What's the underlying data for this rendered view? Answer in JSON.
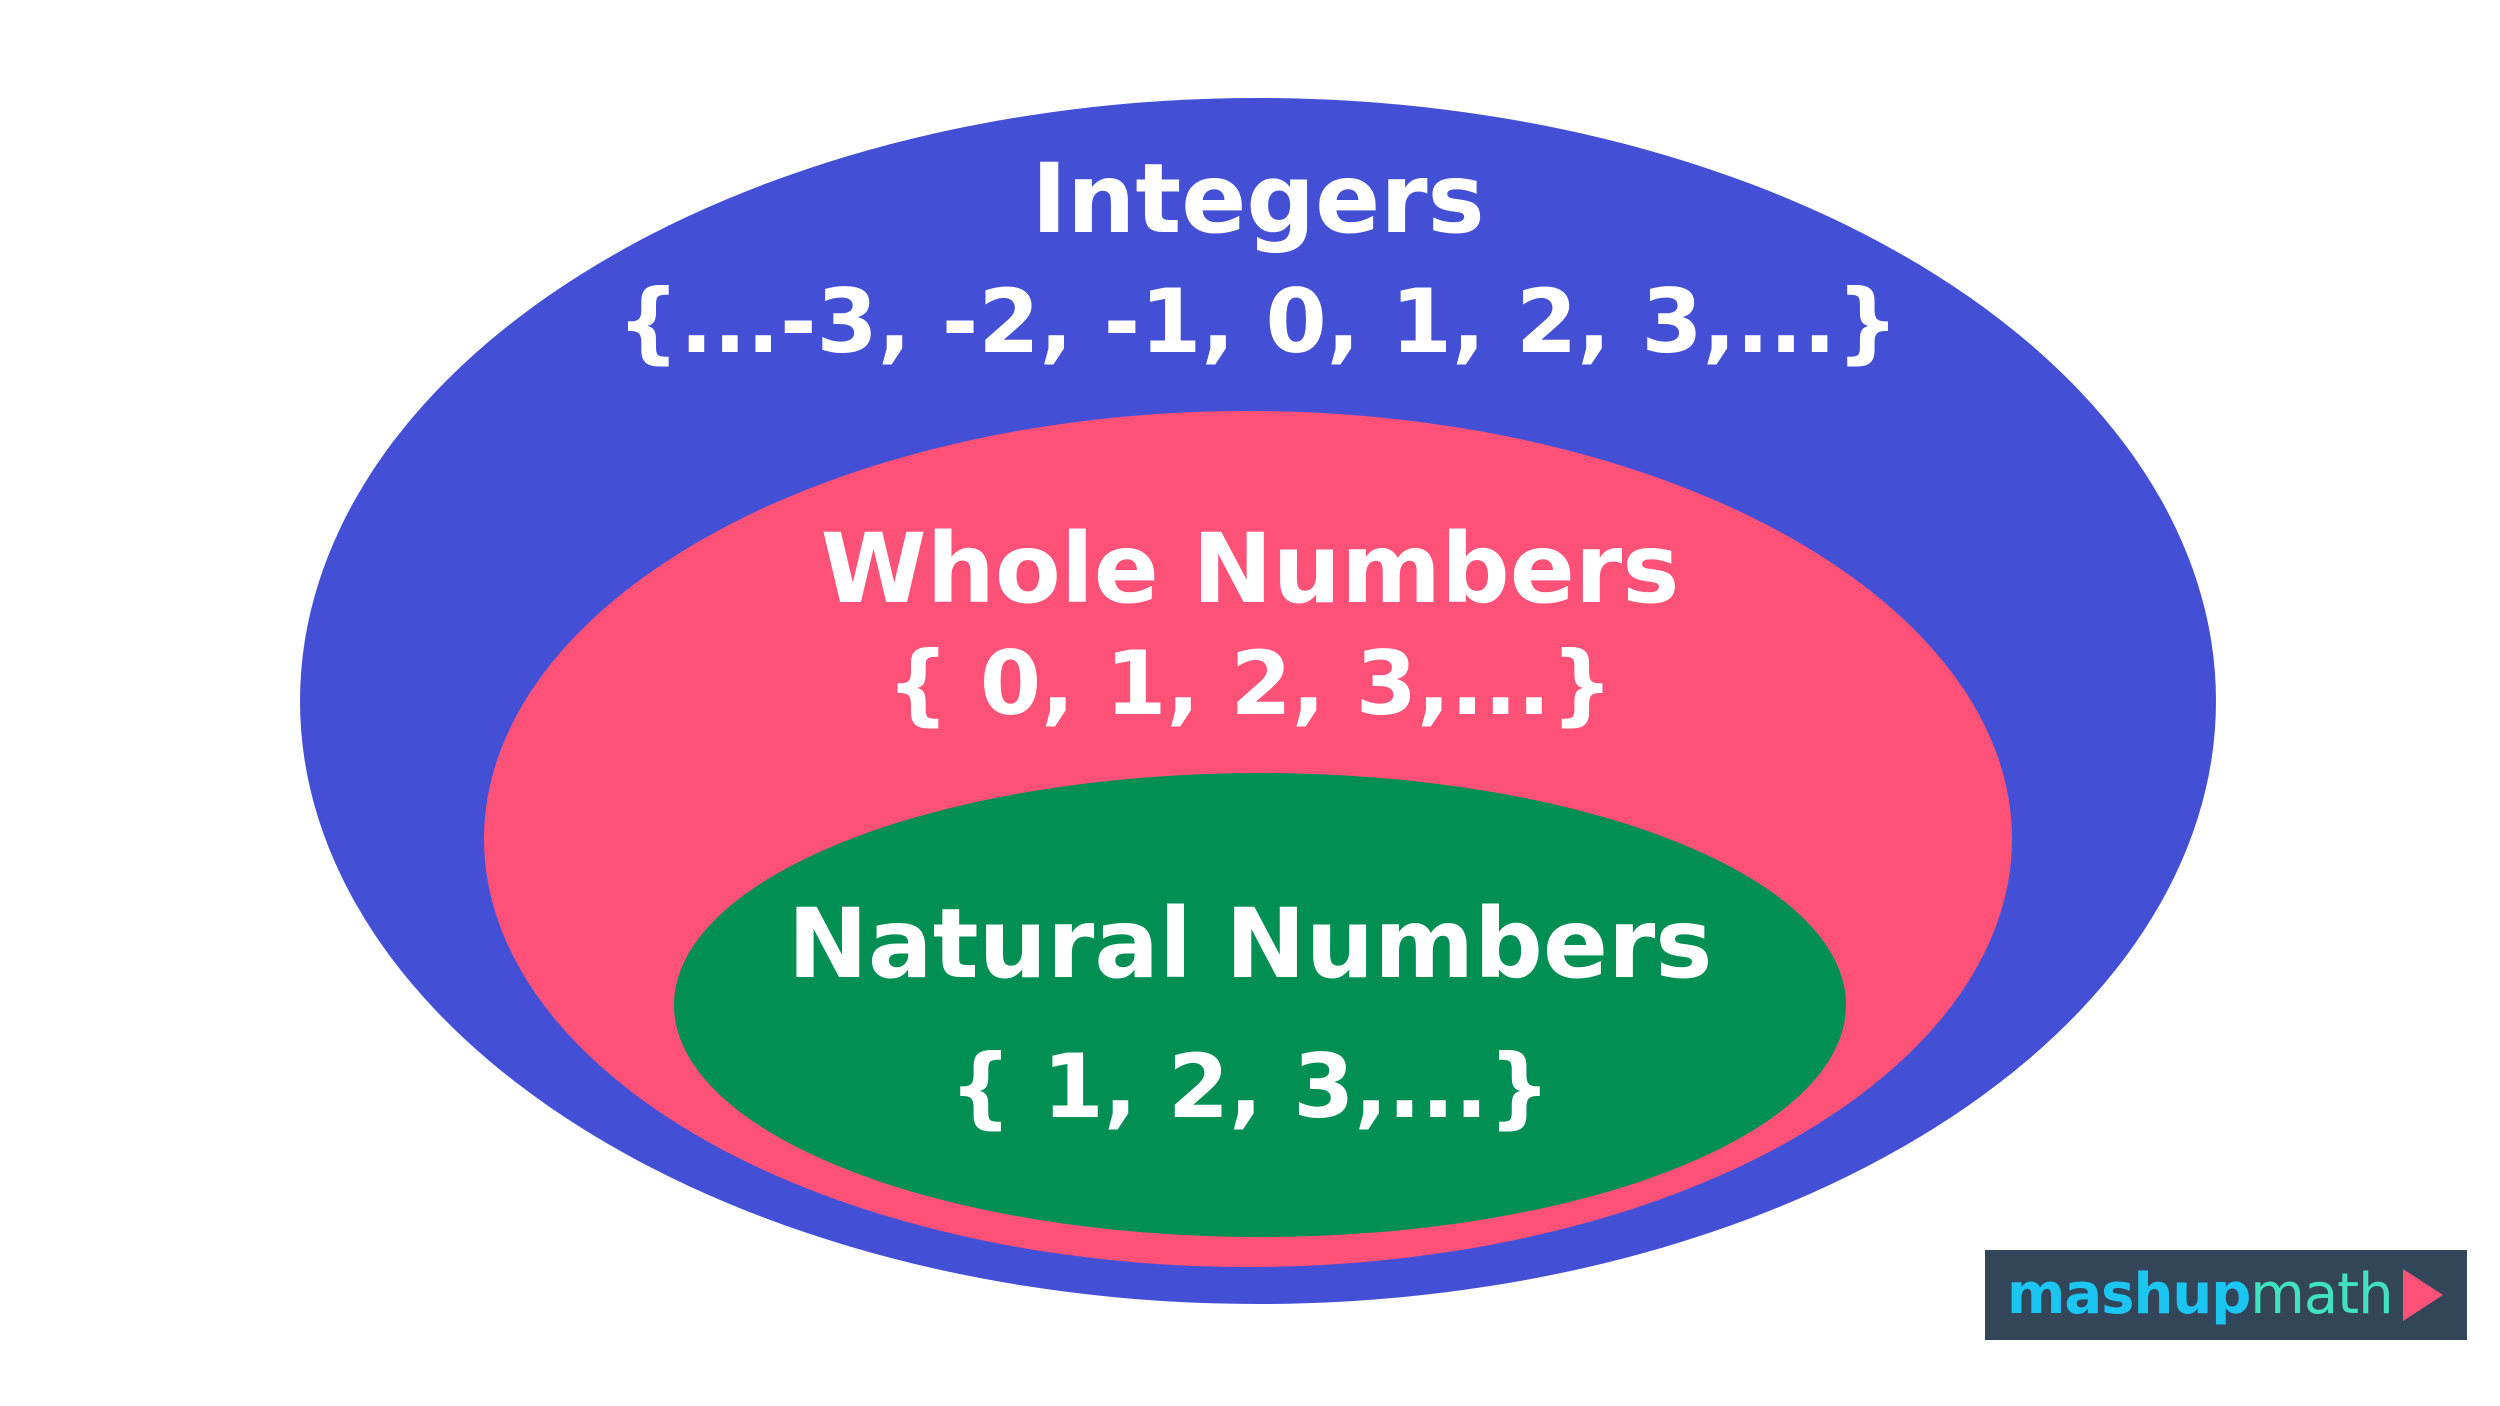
{
  "colors": {
    "background": "#ffffff",
    "integers": "#4350d6",
    "whole_numbers": "#fd5178",
    "natural_numbers": "#018f53",
    "text": "#ffffff",
    "logo_background": "#334559",
    "logo_mashup": "#1bc6f2",
    "logo_math": "#41e1c5",
    "logo_play": "#fd5178"
  },
  "sets": {
    "integers": {
      "title": "Integers",
      "members": "{...-3, -2, -1, 0, 1, 2, 3,...}"
    },
    "whole_numbers": {
      "title": "Whole Numbers",
      "members": "{ 0, 1, 2, 3,...}"
    },
    "natural_numbers": {
      "title": "Natural Numbers",
      "members": "{ 1, 2, 3,...}"
    }
  },
  "logo": {
    "brand": "mashup",
    "product": "math",
    "icon": "play-icon"
  }
}
